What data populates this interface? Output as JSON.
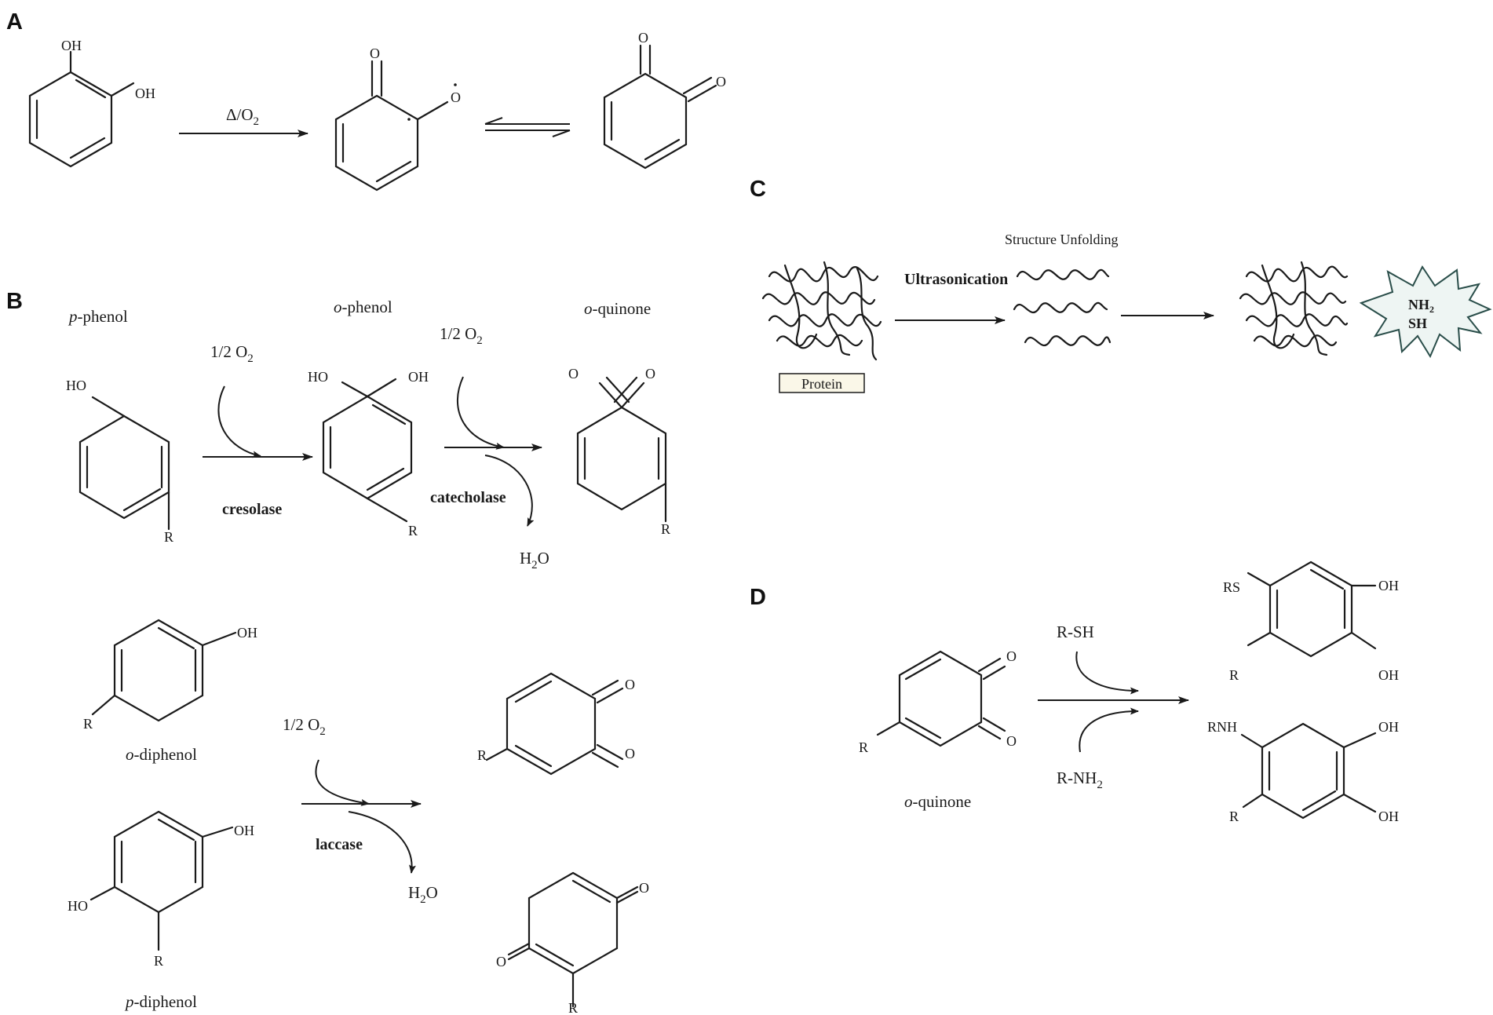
{
  "panels": {
    "a": "A",
    "b": "B",
    "c": "C",
    "d": "D"
  },
  "panel_a": {
    "oh1": "OH",
    "oh2": "OH",
    "o_ketone": "O",
    "o_radical": "O",
    "o_q1": "O",
    "o_q2": "O",
    "condition": "Δ/O",
    "condition_sub": "2"
  },
  "panel_b": {
    "p_phenol_italic": "p",
    "p_phenol_rest": "-phenol",
    "o_phenol_italic": "o",
    "o_phenol_rest": "-phenol",
    "o_quinone_italic": "o",
    "o_quinone_rest": "-quinone",
    "o2_a": "1/2 O",
    "o2_a_sub": "2",
    "o2_b": "1/2 O",
    "o2_b_sub": "2",
    "o2_c": "1/2 O",
    "o2_c_sub": "2",
    "cresolase": "cresolase",
    "catecholase": "catecholase",
    "laccase": "laccase",
    "h2o_a": "H",
    "h2o_a_sub": "2",
    "h2o_a_end": "O",
    "h2o_b": "H",
    "h2o_b_sub": "2",
    "h2o_b_end": "O",
    "ho1": "HO",
    "r1": "R",
    "ho2": "HO",
    "oh2": "OH",
    "r2": "R",
    "o_q1": "O",
    "o_q2": "O",
    "r3": "R",
    "oh_di": "OH",
    "r_di": "R",
    "o_diphenol_italic": "o",
    "o_diphenol_rest": "-diphenol",
    "oh_pdi": "OH",
    "ho_pdi": "HO",
    "r_pdi": "R",
    "p_diphenol_italic": "p",
    "p_diphenol_rest": "-diphenol",
    "o_oq1": "O",
    "o_oq2": "O",
    "r_oq": "R",
    "o_pq1": "O",
    "o_pq2": "O",
    "r_pq": "R"
  },
  "panel_c": {
    "structure_unfolding": "Structure Unfolding",
    "ultrasonication": "Ultrasonication",
    "protein": "Protein",
    "nh2": "NH",
    "nh2_sub": "2",
    "sh": "SH"
  },
  "panel_d": {
    "r_quinone": "R",
    "o1": "O",
    "o2": "O",
    "o_quinone_italic": "o",
    "o_quinone_rest": "-quinone",
    "rsh": "R-SH",
    "rnh2": "R-NH",
    "rnh2_sub": "2",
    "rs": "RS",
    "r_top": "R",
    "oh_t1": "OH",
    "oh_t2": "OH",
    "rnh": "RNH",
    "r_bot": "R",
    "oh_b1": "OH",
    "oh_b2": "OH"
  }
}
